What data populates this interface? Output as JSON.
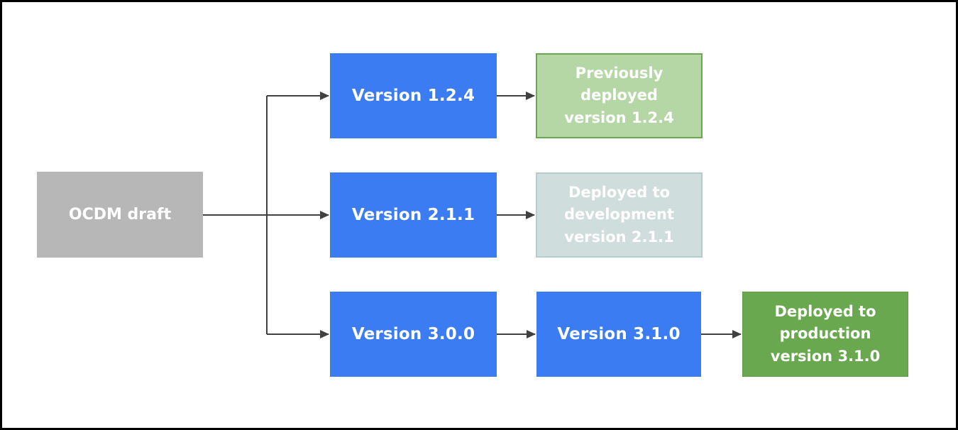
{
  "diagram": {
    "description": "Version deployment flowchart",
    "nodes": {
      "draft": {
        "label": "OCDM draft",
        "fill": "#b7b7b7",
        "text_color": "#ffffff"
      },
      "v124": {
        "label": "Version 1.2.4",
        "fill": "#3b7cf2",
        "text_color": "#ffffff"
      },
      "v211": {
        "label": "Version 2.1.1",
        "fill": "#3b7cf2",
        "text_color": "#ffffff"
      },
      "v300": {
        "label": "Version 3.0.0",
        "fill": "#3b7cf2",
        "text_color": "#ffffff"
      },
      "v310": {
        "label": "Version 3.1.0",
        "fill": "#3b7cf2",
        "text_color": "#ffffff"
      },
      "prev124": {
        "label": "Previously\ndeployed\nversion 1.2.4",
        "fill": "#b5d7a5",
        "border": "#6aa84f",
        "text_color": "#ffffff"
      },
      "dev211": {
        "label": "Deployed to\ndevelopment\nversion 2.1.1",
        "fill": "#d0dddd",
        "border": "#b3cccd",
        "text_color": "#ffffff"
      },
      "prod310": {
        "label": "Deployed to\nproduction\nversion 3.1.0",
        "fill": "#6aa84f",
        "text_color": "#ffffff"
      }
    },
    "edges": [
      {
        "from": "draft",
        "to": "v124"
      },
      {
        "from": "draft",
        "to": "v211"
      },
      {
        "from": "draft",
        "to": "v300"
      },
      {
        "from": "v124",
        "to": "prev124"
      },
      {
        "from": "v211",
        "to": "dev211"
      },
      {
        "from": "v300",
        "to": "v310"
      },
      {
        "from": "v310",
        "to": "prod310"
      }
    ],
    "arrow_color": "#404040",
    "frame_color": "#000000",
    "background_color": "#ffffff"
  }
}
